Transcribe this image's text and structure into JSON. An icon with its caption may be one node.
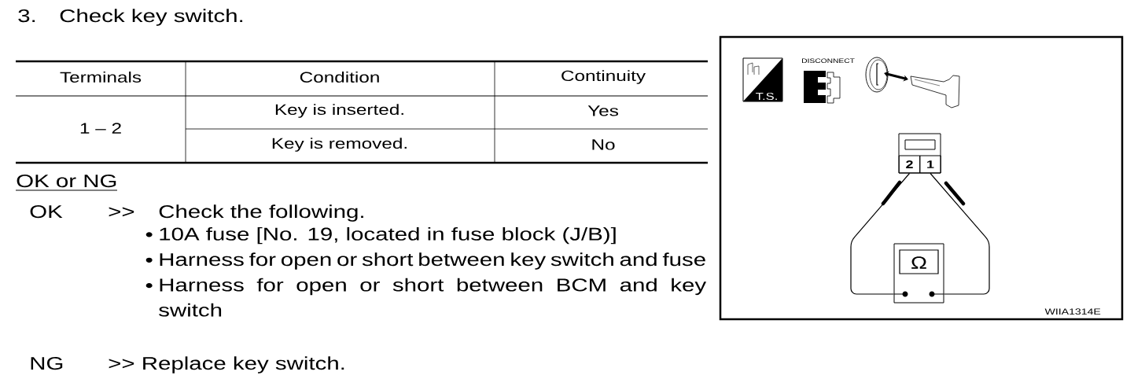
{
  "diagram": {
    "nodes": [
      {
        "text": [],
        "shape": "box"
      },
      {
        "text": [
          "2"
        ],
        "in": 0
      },
      {
        "text": [
          "1"
        ],
        "in": 0
      },
      {
        "text": [
          "Ω"
        ]
      }
    ],
    "edges": [
      {
        "from": 1,
        "to": 3,
        "arrow": "none"
      },
      {
        "from": 2,
        "to": 3,
        "arrow": "none"
      }
    ],
    "labels": [
      "3.",
      "Check key switch.",
      "Terminals",
      "Condition",
      "Continuity",
      "1 – 2",
      "Key is inserted.",
      "Yes",
      "Key is removed.",
      "No",
      "OK or NG",
      "OK",
      ">>",
      "Check the following.",
      "•",
      "10A fuse [No. 19, located in fuse block (J/B)]",
      "•",
      "Harness for open or short between key switch and fuse",
      "•",
      "Harness for open or short between BCM and key switch",
      "NG",
      ">> Replace key switch.",
      "T.S.",
      "DISCONNECT",
      "WIIA1314E"
    ]
  }
}
